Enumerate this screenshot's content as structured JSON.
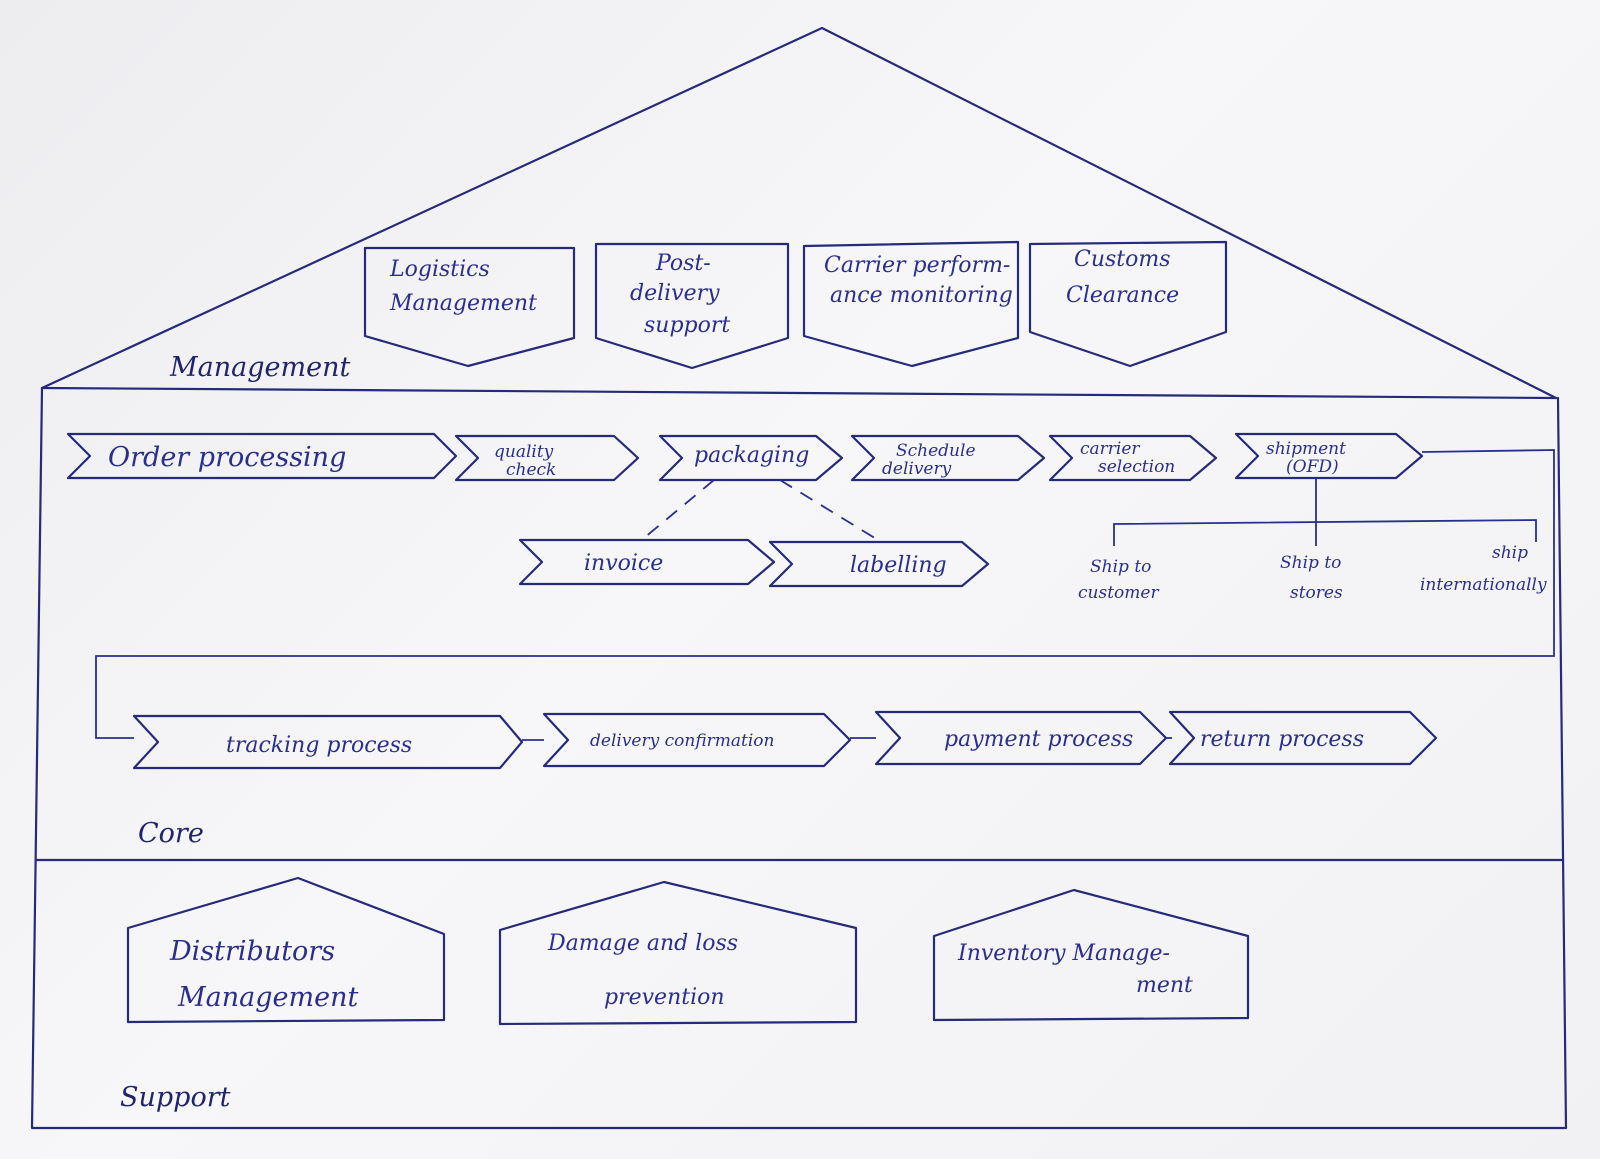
{
  "sections": {
    "management": "Management",
    "core": "Core",
    "support": "Support"
  },
  "management_items": [
    {
      "lines": [
        "Logistics",
        "Management"
      ]
    },
    {
      "lines": [
        "Post-",
        "delivery",
        "support"
      ]
    },
    {
      "lines": [
        "Carrier perform-",
        "ance monitoring"
      ]
    },
    {
      "lines": [
        "Customs",
        "Clearance"
      ]
    }
  ],
  "core": {
    "main_flow": [
      {
        "lines": [
          "Order   processing"
        ]
      },
      {
        "lines": [
          "quality",
          "check"
        ]
      },
      {
        "lines": [
          "packaging"
        ]
      },
      {
        "lines": [
          "Schedule",
          "delivery"
        ]
      },
      {
        "lines": [
          "carrier",
          "selection"
        ]
      },
      {
        "lines": [
          "shipment",
          "(OFD)"
        ]
      }
    ],
    "packaging_subs": [
      {
        "lines": [
          "invoice"
        ]
      },
      {
        "lines": [
          "labelling"
        ]
      }
    ],
    "shipment_options": [
      {
        "lines": [
          "Ship to",
          "customer"
        ]
      },
      {
        "lines": [
          "Ship to",
          "stores"
        ]
      },
      {
        "lines": [
          "ship",
          "internationally"
        ]
      }
    ],
    "second_flow": [
      {
        "lines": [
          "tracking process"
        ]
      },
      {
        "lines": [
          "delivery confirmation"
        ]
      },
      {
        "lines": [
          "payment process"
        ]
      },
      {
        "lines": [
          "return process"
        ]
      }
    ]
  },
  "support_items": [
    {
      "lines": [
        "Distributors",
        "Management"
      ]
    },
    {
      "lines": [
        "Damage  and loss",
        "prevention"
      ]
    },
    {
      "lines": [
        "Inventory Manage-",
        "ment"
      ]
    }
  ],
  "colors": {
    "ink": "#262a7a",
    "paper": "#f2f2f5"
  }
}
